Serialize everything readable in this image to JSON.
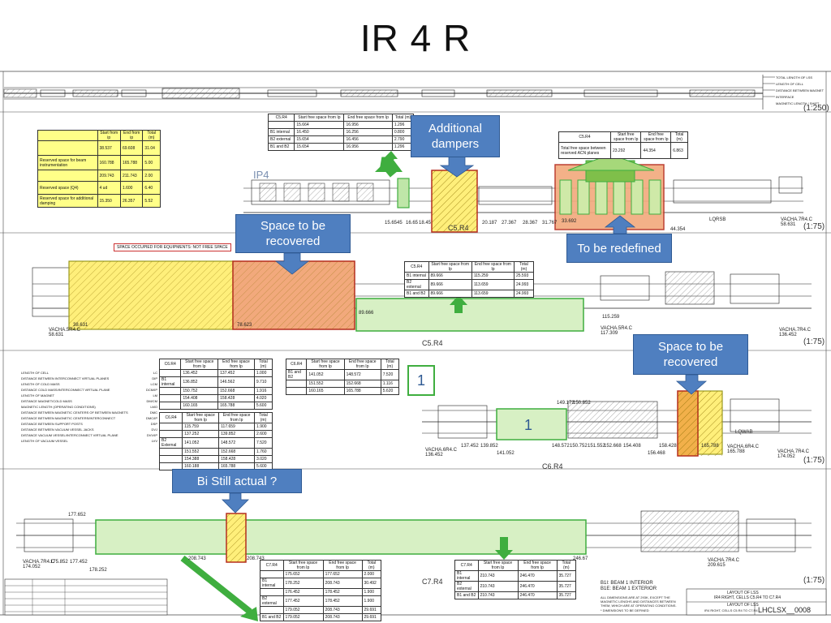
{
  "title": "IR 4 R",
  "callouts": {
    "additional_dampers": "Additional dampers",
    "space_recovered_1": "Space to be recovered",
    "to_be_redefined": "To be redefined",
    "space_recovered_2": "Space to be recovered",
    "bi_still_actual": "Bi Still actual ?"
  },
  "numbers": {
    "box_1": "1",
    "plain_1": "1"
  },
  "scales": {
    "s1": "(1:250)",
    "s2": "(1:75)",
    "s3": "(1:75)",
    "s4": "(1:75)",
    "s5": "(1:75)"
  },
  "sections": {
    "c5r4_a": "C5.R4",
    "c5r4_b": "C5.R4",
    "c6r4": "C6.R4",
    "c7r4": "C7.R4",
    "ip4": "IP4"
  },
  "free_space_note": "SPACE OCCUPIED FOR EQUIPMENTS: NOT FREE SPACE",
  "yellow_table": {
    "headers": [
      "",
      "Start from ip",
      "End from ip",
      "Total (m)"
    ],
    "rows": [
      [
        "",
        "38.537",
        "69.608",
        "31.04"
      ],
      [
        "Reserved space for beam instrumentation",
        "160.788",
        "165.788",
        "5.00"
      ],
      [
        "",
        "209.743",
        "211.743",
        "2.00"
      ],
      [
        "Reserved space (Q4)",
        "4 ud",
        "1.600",
        "6.40"
      ],
      [
        "Reserved space for additional damping",
        "15.350",
        "26.357",
        "5.52"
      ]
    ]
  },
  "tables": {
    "t1": {
      "headers": [
        "C5.R4",
        "Start free space from Ip",
        "End free space from Ip",
        "Total (m)"
      ],
      "rows": [
        [
          "",
          "15.664",
          "16.956",
          "1.296"
        ],
        [
          "B1 internal",
          "16.450",
          "16.256",
          "0.800"
        ],
        [
          "B2 external",
          "15.654",
          "16.456",
          "2.790"
        ],
        [
          "B1 and B2",
          "15.654",
          "16.956",
          "1.296"
        ]
      ]
    },
    "t2": {
      "headers": [
        "C5.R4",
        "Start free space from Ip",
        "End free space from Ip",
        "Total (m)"
      ],
      "rows": [
        [
          "",
          "23.292",
          "44.354",
          "6.863"
        ]
      ],
      "row_label": "Total free space between reserved ACN planes"
    },
    "t3": {
      "headers": [
        "C5.R4",
        "Start free space from Ip",
        "End free space from Ip",
        "Total (m)"
      ],
      "rows": [
        [
          "B1 internal",
          "89.666",
          "115.259",
          "25.593"
        ],
        [
          "B2 external",
          "89.666",
          "113.659",
          "24.993"
        ],
        [
          "B1 and B2",
          "89.666",
          "113.659",
          "24.993"
        ]
      ]
    },
    "t4": {
      "headers": [
        "C6.R4",
        "Start free space from Ip",
        "End free space from Ip",
        "Total (m)"
      ],
      "rows": [
        [
          "",
          "136.452",
          "137.452",
          "1.000"
        ],
        [
          "B1 internal",
          "136.852",
          "146.562",
          "9.710"
        ],
        [
          "",
          "150.752",
          "152.668",
          "1.916"
        ],
        [
          "",
          "154.408",
          "158.428",
          "4.020"
        ],
        [
          "",
          "160.165",
          "165.788",
          "5.600"
        ]
      ]
    },
    "t5": {
      "headers": [
        "C6.R4",
        "Start free space from Ip",
        "End free space from Ip",
        "Total (m)"
      ],
      "rows": [
        [
          "B1 and B2",
          "141.052",
          "148.572",
          "7.520"
        ],
        [
          "",
          "151.552",
          "152.668",
          "1.116"
        ],
        [
          "",
          "160.165",
          "165.788",
          "5.620"
        ]
      ]
    },
    "t6": {
      "headers": [
        "C6.R4",
        "Start free space from Ip",
        "End free space from Ip",
        "Total (m)"
      ],
      "rows": [
        [
          "",
          "115.759",
          "117.659",
          "1.900"
        ],
        [
          "",
          "137.252",
          "139.852",
          "2.600"
        ],
        [
          "B2 External",
          "141.052",
          "148.572",
          "7.520"
        ],
        [
          "",
          "151.552",
          "152.668",
          "1.760"
        ],
        [
          "",
          "154.388",
          "158.428",
          "3.020"
        ],
        [
          "",
          "160.188",
          "165.788",
          "5.600"
        ]
      ]
    },
    "t7": {
      "headers": [
        "C7.R4",
        "Start free space from Ip",
        "End free space from Ip",
        "Total (m)"
      ],
      "rows": [
        [
          "",
          "175.652",
          "177.652",
          "2.000"
        ],
        [
          "B1 internal",
          "178.252",
          "208.743",
          "30.492"
        ],
        [
          "",
          "176.452",
          "178.452",
          "1.900"
        ],
        [
          "B2 external",
          "177.452",
          "178.452",
          "1.900"
        ],
        [
          "",
          "179.052",
          "208.743",
          "29.691"
        ],
        [
          "B1 and B2",
          "179.052",
          "208.743",
          "29.691"
        ]
      ]
    },
    "t8": {
      "headers": [
        "C7.R4",
        "Start free space from Ip",
        "End free space from Ip",
        "Total (m)"
      ],
      "rows": [
        [
          "B1 internal",
          "210.743",
          "246.470",
          "35.727"
        ],
        [
          "B2 external",
          "210.743",
          "246.470",
          "35.727"
        ],
        [
          "B1 and B2",
          "210.743",
          "246.470",
          "35.727"
        ]
      ]
    }
  },
  "dims": {
    "r2": [
      "15.6545",
      "16.65",
      "18.45",
      "20.187",
      "27.367",
      "28.367",
      "31.767",
      "33.692",
      "44.354"
    ],
    "r3": [
      "38.631",
      "78.623",
      "89.666",
      "115.259"
    ],
    "r4": [
      "149.172",
      "150.852",
      "137.452",
      "139.852",
      "141.052",
      "148.572",
      "150.752",
      "151.552",
      "152.668",
      "154.408",
      "156.468",
      "158.428",
      "165.788"
    ],
    "r5": [
      "177.652",
      "175.852",
      "177.452",
      "178.252",
      "208.743",
      "208.743",
      "246.67"
    ]
  },
  "tags": {
    "vacha_r2": "VACHA.7R4.C 58.631",
    "vacha_r3a": "VACHA.5R4.C 58.631",
    "vacha_r3b": "VACHA.5R4.C 117.309",
    "vacha_r3c": "VACHA.7R4.C 136.452",
    "vacha_r4a": "VACHA.6R4.C 136.452",
    "vacha_r4b": "VACHA.6R4.C 165.788",
    "vacha_r4c": "VACHA.7R4.C 174.052",
    "vacha_r5a": "VACHA.7R4.C 174.052",
    "vacha_r5b": "VACHA.7R4.C 209.615",
    "lqrsb": "LQRSB",
    "lqwa": "LQWAB"
  },
  "legend": [
    [
      "LENGTH OF CELL",
      "LC"
    ],
    [
      "DISTANCE BETWEEN INTERCONNECT VIRTUAL PLANES",
      "DIP"
    ],
    [
      "LENGTH OF COLD MASS",
      "LCM"
    ],
    [
      "DISTANCE COLD MASS/INTERCONNECT VIRTUAL PLANE",
      "DCM/IP"
    ],
    [
      "LENGTH OF MAGNET",
      "LM"
    ],
    [
      "DISTANCE MAGNET/COLD MASS",
      "DM/CM"
    ],
    [
      "MAGNETIC LENGTH (OPERATING CONDITIONS)",
      "LMO"
    ],
    [
      "DISTANCE BETWEEN MAGNETIC CENTERS OF BETWEEN MAGNETS",
      "DMC"
    ],
    [
      "DISTANCE BETWEEN MAGNETIC CENTERS/INTERCONNECT",
      "DMC/IP"
    ],
    [
      "DISTANCE BETWEEN SUPPORT POSTS",
      "DSP"
    ],
    [
      "DISTANCE BETWEEN VACUUM VESSEL JACKS",
      "DVJ"
    ],
    [
      "DISTANCE VACUUM VESSEL/INTERCONNECT VIRTUAL PLANE",
      "DVV/IP"
    ],
    [
      "LENGTH OF VACUUM VESSEL",
      "LVV"
    ]
  ],
  "top_legend": [
    "TOTAL LENGTH OF LSS",
    "LENGTH OF CELL",
    "DISTANCE BETWEEN MAGNET INTERFACE",
    "MAGNETIC LENGTH / SHIFT"
  ],
  "notes": {
    "n1": "B1I: BEAM 1 INTERIOR",
    "n2": "B1E: BEAM 1 EXTERIOR",
    "n3": "ALL DIMENSIONS ARE AT 293K, EXCEPT THE MAGNETIC LENGHS AND DISTANCES BETWEEN THEM, WHICH ARE AT OPERATING CONDITIONS.",
    "n4": "* DIMENSIONS TO BE DEFINED"
  },
  "title_block": {
    "t1": "LAYOUT OF LSS",
    "t2": "IR4 RIGHT, CELLS C5.R4 TO C7.R4",
    "t3": "LAYOUT OF LSS",
    "t4": "IR4 RIGHT, CELLS C5.R4 TO C7.R4",
    "dwg": "LHCLSX__0008"
  }
}
